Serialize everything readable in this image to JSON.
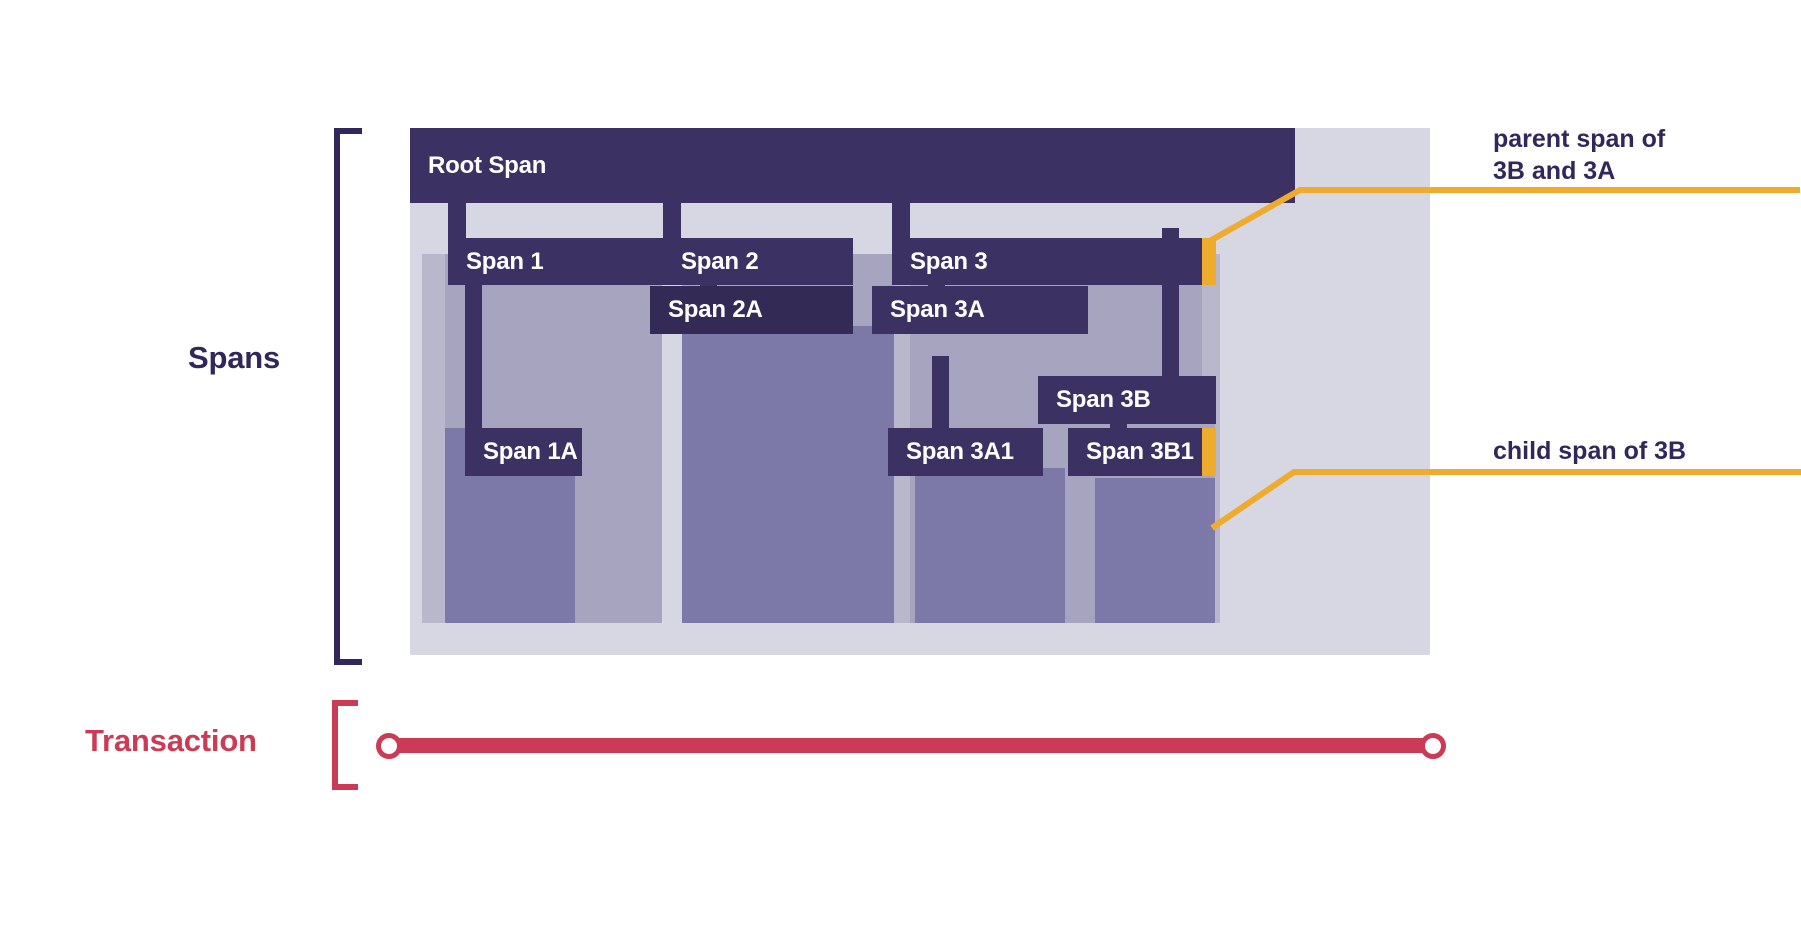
{
  "diagram": {
    "title_region": "distributed tracing span hierarchy",
    "colors": {
      "span_bar": "#3b3163",
      "span_bar_dark": "#332a56",
      "panel_bg": "#d7d6e3",
      "column_mid": "#a6a4bf",
      "column_deep": "#7c78a8",
      "column_light": "#b9b7cc",
      "accent_orange": "#eeab2d",
      "transaction_red": "#cc3b55",
      "label_purple": "#31275a"
    }
  },
  "labels": {
    "spans": "Spans",
    "transaction": "Transaction"
  },
  "spans": [
    {
      "id": "root",
      "label": "Root Span",
      "depth": 0
    },
    {
      "id": "s1",
      "label": "Span 1",
      "depth": 1
    },
    {
      "id": "s1a",
      "label": "Span 1A",
      "depth": 2
    },
    {
      "id": "s2",
      "label": "Span 2",
      "depth": 1
    },
    {
      "id": "s2a",
      "label": "Span 2A",
      "depth": 2
    },
    {
      "id": "s3",
      "label": "Span 3",
      "depth": 1
    },
    {
      "id": "s3a",
      "label": "Span 3A",
      "depth": 2
    },
    {
      "id": "s3a1",
      "label": "Span 3A1",
      "depth": 3
    },
    {
      "id": "s3b",
      "label": "Span 3B",
      "depth": 2
    },
    {
      "id": "s3b1",
      "label": "Span 3B1",
      "depth": 3
    }
  ],
  "callouts": [
    {
      "id": "callout-parent",
      "text": "parent span of\n3B and 3A",
      "target_span": "Span 3"
    },
    {
      "id": "callout-child",
      "text": "child span of 3B",
      "target_span": "Span 3B1"
    }
  ],
  "transaction": {
    "start_marker": "circle",
    "end_marker": "circle"
  }
}
